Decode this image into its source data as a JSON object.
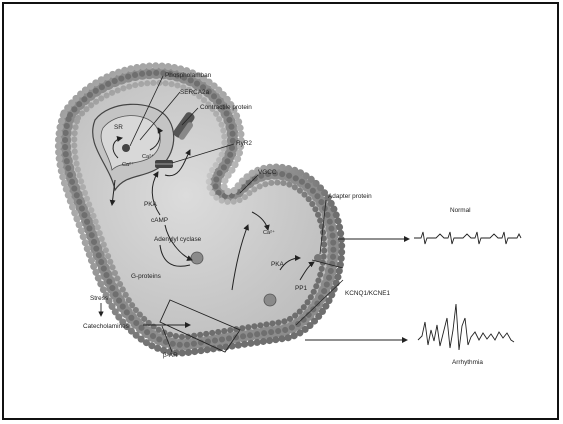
{
  "labels": {
    "phospholamban": "Phospholamban",
    "serca2a": "SERCA2a",
    "contractile_protein": "Contractile protein",
    "sr": "SR",
    "ca_inner": "Ca²⁺",
    "ca_sr": "Ca²⁺",
    "ryr2": "RyR2",
    "vgcc": "VGCC",
    "pka_upper": "PKA",
    "camp": "cAMP",
    "adenylyl_cyclase": "Adenylyl cyclase",
    "g_proteins": "G-proteins",
    "ca_channel": "Ca²⁺",
    "adapter_protein": "Adapter protein",
    "pka_lower": "PKA",
    "pp1": "PP1",
    "kcnq1": "KCNQ1/KCNE1",
    "stress": "Stress",
    "catecholamines": "Catecholamines",
    "beta_ar": "β-AR",
    "normal": "Normal",
    "arrhythmia": "Arrhythmia"
  },
  "colors": {
    "frame": "#111111",
    "membrane_bead": "#8c8c8c",
    "cell_fill": "#cfcfcf",
    "line": "#222222"
  }
}
